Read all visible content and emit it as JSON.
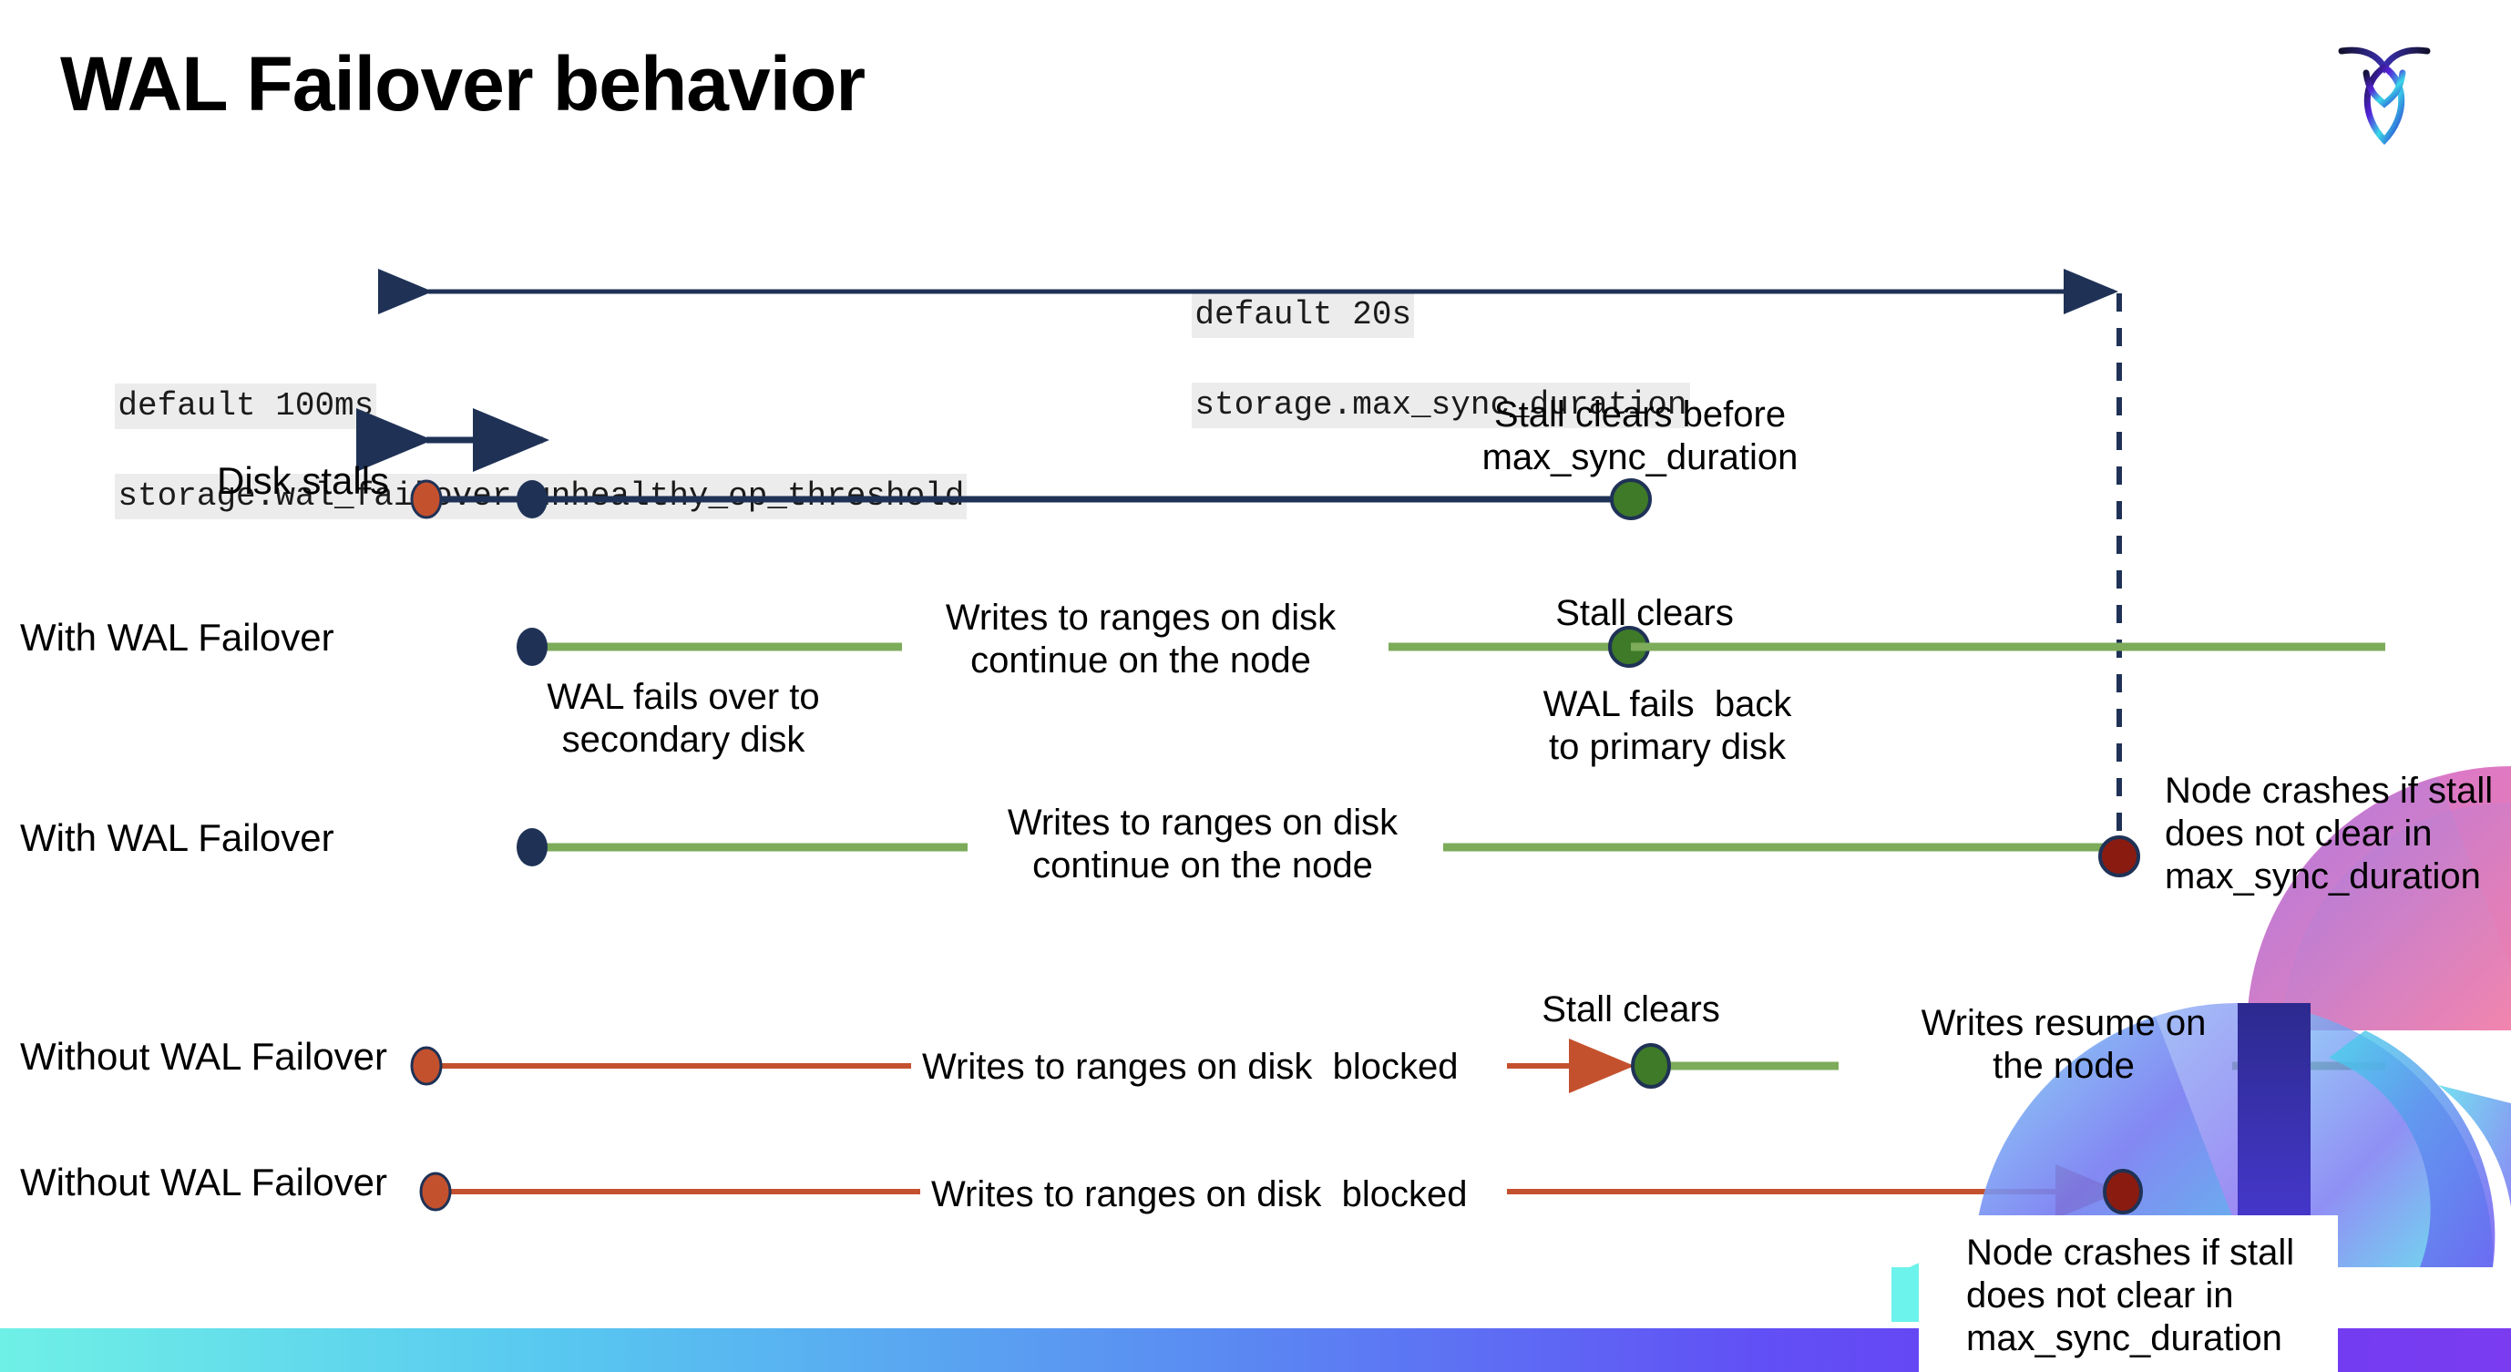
{
  "title": "WAL Failover behavior",
  "brand": {
    "logo_name": "cockroachdb-logo"
  },
  "annotations": {
    "max_sync": {
      "line1": "default 20s",
      "line2": "storage.max_sync_duration"
    },
    "unhealthy": {
      "line1": "default 100ms",
      "line2": "storage.wal_failover.unhealthy_op_threshold"
    }
  },
  "rows": [
    {
      "label": "Disk stalls"
    },
    {
      "label": "With WAL Failover"
    },
    {
      "label": "With WAL Failover"
    },
    {
      "label": "Without WAL Failover"
    },
    {
      "label": "Without WAL Failover"
    }
  ],
  "callouts": {
    "stall_clears_before": "Stall clears before\nmax_sync_duration",
    "stall_clears_2": "Stall clears",
    "stall_clears_4": "Stall clears",
    "writes_continue_2": "Writes to ranges on disk\ncontinue on the node",
    "writes_continue_3": "Writes to ranges on disk\ncontinue on the node",
    "wal_fails_over": "WAL fails over to\nsecondary disk",
    "wal_fails_back": "WAL fails  back\nto primary disk",
    "node_crashes_3": "Node crashes if stall\ndoes not clear in\nmax_sync_duration",
    "node_crashes_5": "Node crashes if stall\ndoes not clear in\nmax_sync_duration",
    "writes_blocked_4": "Writes to ranges on disk  blocked",
    "writes_blocked_5": "Writes to ranges on disk  blocked",
    "writes_resume": "Writes resume on\nthe node"
  },
  "colors": {
    "navy": "#1f3256",
    "green_line": "#7cab5a",
    "green_dot": "#3f7a28",
    "orange": "#c4512e",
    "dark_red": "#8a1b11",
    "code_bg": "#ececec",
    "bar_gradient_start": "#6ff0e6",
    "bar_gradient_end": "#7b3cf0"
  }
}
